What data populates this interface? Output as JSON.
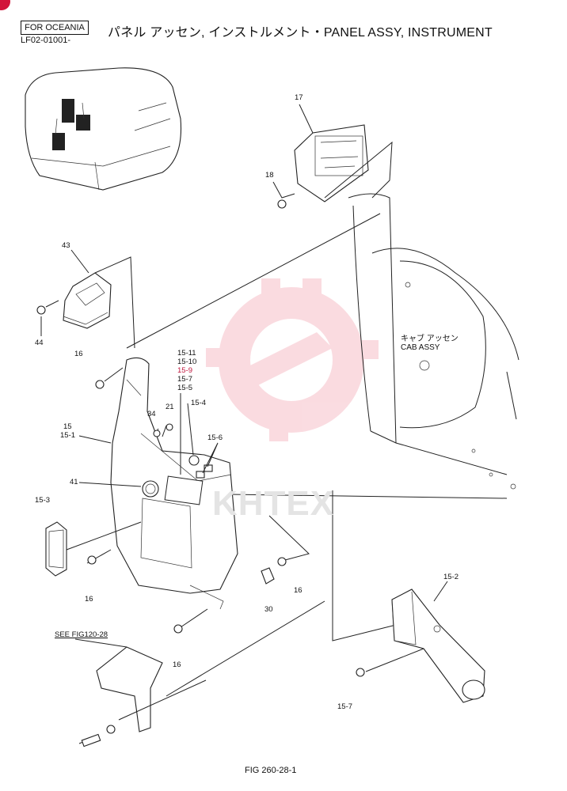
{
  "header": {
    "region_tag": "FOR OCEANIA",
    "serial": "LF02-01001-",
    "title": "パネル アッセン, インストルメント・PANEL ASSY, INSTRUMENT"
  },
  "cab_label": {
    "jp": "キャブ アッセン",
    "en": "CAB ASSY"
  },
  "see_ref": "SEE FIG120-28",
  "watermark": "KHTEX",
  "figure_number": "FIG 260-28-1",
  "callouts": [
    {
      "id": "c17",
      "text": "17"
    },
    {
      "id": "c18",
      "text": "18"
    },
    {
      "id": "c43",
      "text": "43"
    },
    {
      "id": "c44",
      "text": "44"
    },
    {
      "id": "c16a",
      "text": "16"
    },
    {
      "id": "c15-11",
      "text": "15-11"
    },
    {
      "id": "c15-10",
      "text": "15-10"
    },
    {
      "id": "c15-9",
      "text": "15-9"
    },
    {
      "id": "c15-7a",
      "text": "15-7"
    },
    {
      "id": "c15-5",
      "text": "15-5"
    },
    {
      "id": "c21",
      "text": "21"
    },
    {
      "id": "c15-4",
      "text": "15-4"
    },
    {
      "id": "c34",
      "text": "34"
    },
    {
      "id": "c15",
      "text": "15"
    },
    {
      "id": "c15-1",
      "text": "15-1"
    },
    {
      "id": "c15-6",
      "text": "15-6"
    },
    {
      "id": "c41",
      "text": "41"
    },
    {
      "id": "c15-3",
      "text": "15-3"
    },
    {
      "id": "c16b",
      "text": "16"
    },
    {
      "id": "c16c",
      "text": "16"
    },
    {
      "id": "c30",
      "text": "30"
    },
    {
      "id": "c16d",
      "text": "16"
    },
    {
      "id": "c15-2",
      "text": "15-2"
    },
    {
      "id": "c15-7b",
      "text": "15-7"
    }
  ]
}
